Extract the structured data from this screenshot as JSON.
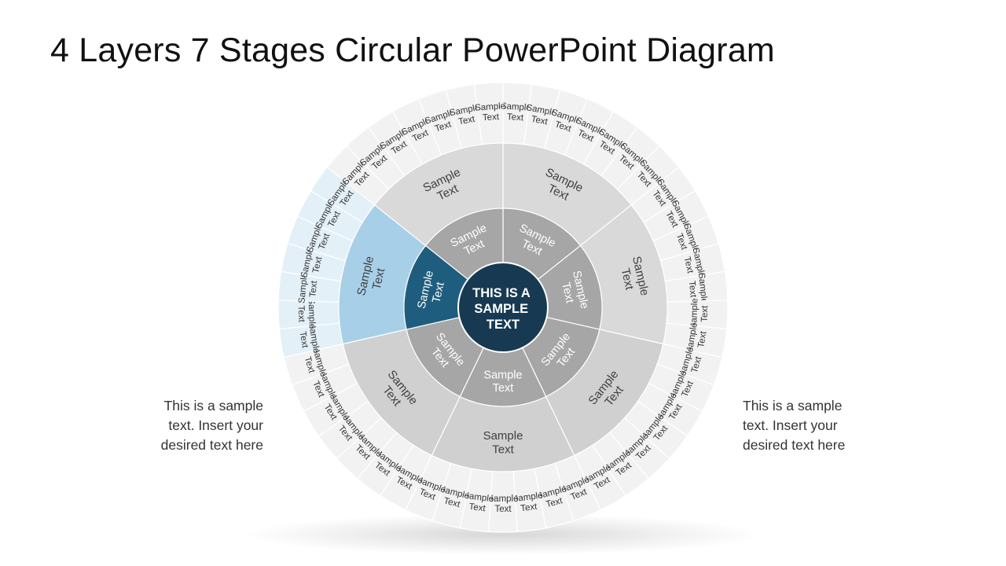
{
  "title": "4 Layers 7 Stages Circular PowerPoint Diagram",
  "center": {
    "lines": [
      "THIS IS A",
      "SAMPLE",
      "TEXT"
    ]
  },
  "notes": {
    "left": [
      "This is a sample",
      "text. Insert your",
      "desired text here"
    ],
    "right": [
      "This is a sample",
      "text. Insert your",
      "desired text here"
    ]
  },
  "highlight_stage": 5,
  "layers": {
    "inner": {
      "label": [
        "Sample",
        "Text"
      ],
      "fill": "#A6A6A6",
      "highlight": "#1F5D7E",
      "text_color": "#FFFFFF"
    },
    "middle": {
      "label": [
        "Sample",
        "Text"
      ],
      "fill": "#D9D9D9",
      "fill_bottom": "#D0D0D0",
      "highlight": "#A8CFE8",
      "text_color": "#404040"
    },
    "outer": {
      "label": [
        "Sample",
        "Text"
      ],
      "segments_per_stage": 7,
      "fill": "#F2F2F2",
      "highlight": "#E3F0F8",
      "text_color": "#333333"
    }
  },
  "colors": {
    "center_fill": "#173A52",
    "center_text": "#FFFFFF",
    "separator": "#FFFFFF",
    "background": "#FFFFFF"
  }
}
